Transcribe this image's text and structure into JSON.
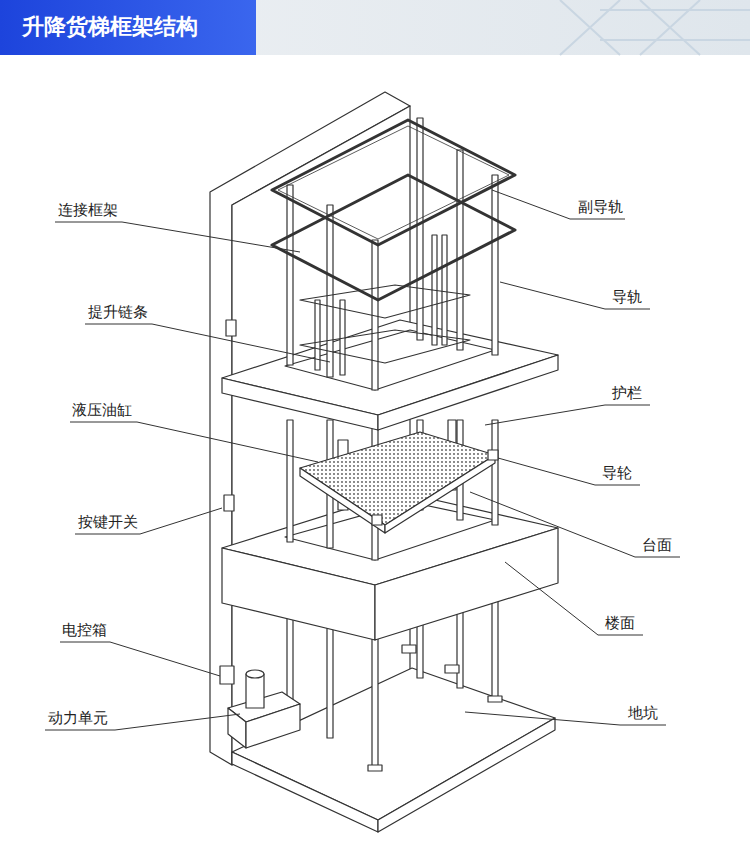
{
  "diagram": {
    "title": "升降货梯框架结构",
    "labels": [
      "连接框架",
      "提升链条",
      "液压油缸",
      "按键开关",
      "电控箱",
      "动力单元",
      "副导轨",
      "导轨",
      "护栏",
      "导轮",
      "台面",
      "楼面",
      "地坑"
    ]
  }
}
